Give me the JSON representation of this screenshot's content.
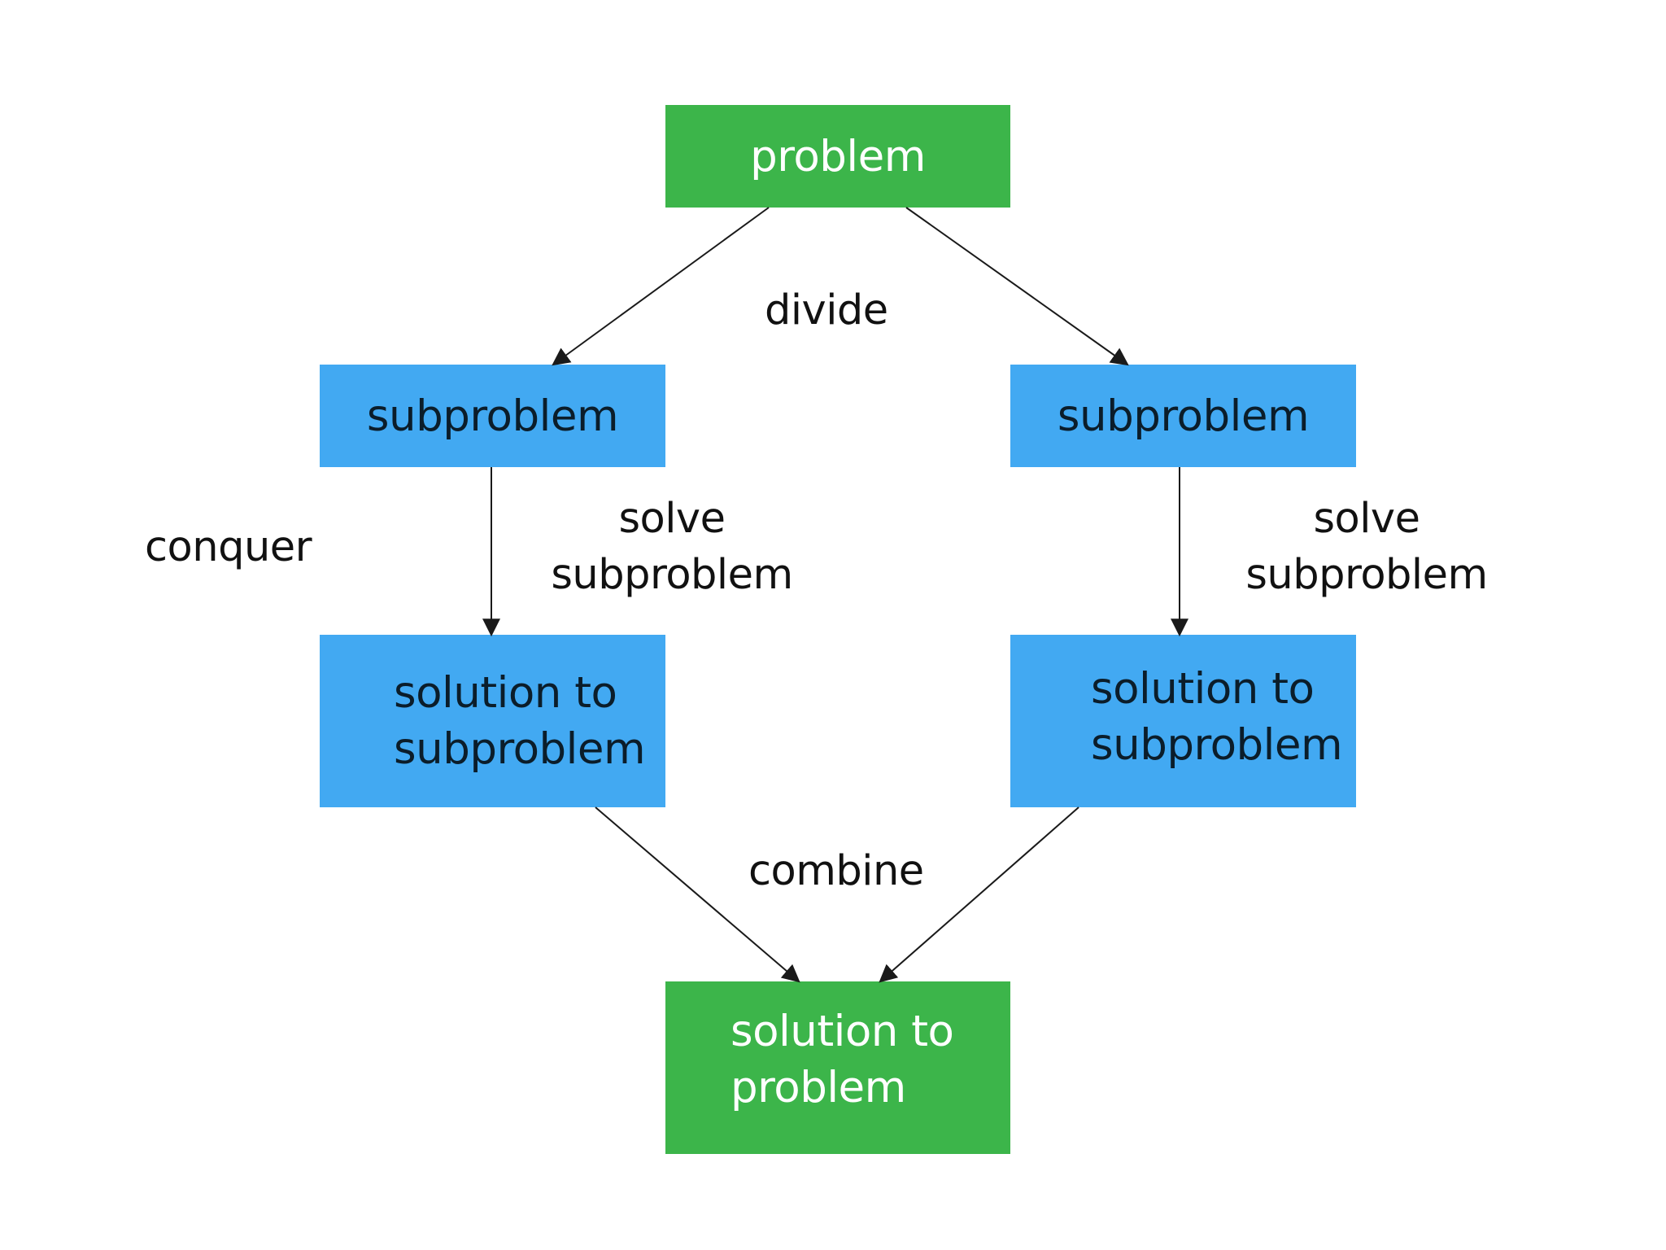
{
  "colors": {
    "problem_box": "#3cb54a",
    "subproblem_box": "#42a9f2",
    "arrow": "#1a1a1a",
    "edge_text": "#111111"
  },
  "nodes": {
    "problem": "problem",
    "subproblem_left": "subproblem",
    "subproblem_right": "subproblem",
    "solution_sub_left": [
      "solution to",
      "subproblem"
    ],
    "solution_sub_right": [
      "solution to",
      "subproblem"
    ],
    "solution_problem": [
      "solution to",
      "problem"
    ]
  },
  "labels": {
    "divide": "divide",
    "conquer": "conquer",
    "solve_left": [
      "solve",
      "subproblem"
    ],
    "solve_right": [
      "solve",
      "subproblem"
    ],
    "combine": "combine"
  },
  "edges": [
    {
      "from": "problem",
      "to": "subproblem_left",
      "label": "divide"
    },
    {
      "from": "problem",
      "to": "subproblem_right",
      "label": "divide"
    },
    {
      "from": "subproblem_left",
      "to": "solution_sub_left",
      "label": "solve_left"
    },
    {
      "from": "subproblem_right",
      "to": "solution_sub_right",
      "label": "solve_right"
    },
    {
      "from": "solution_sub_left",
      "to": "solution_problem",
      "label": "combine"
    },
    {
      "from": "solution_sub_right",
      "to": "solution_problem",
      "label": "combine"
    }
  ]
}
